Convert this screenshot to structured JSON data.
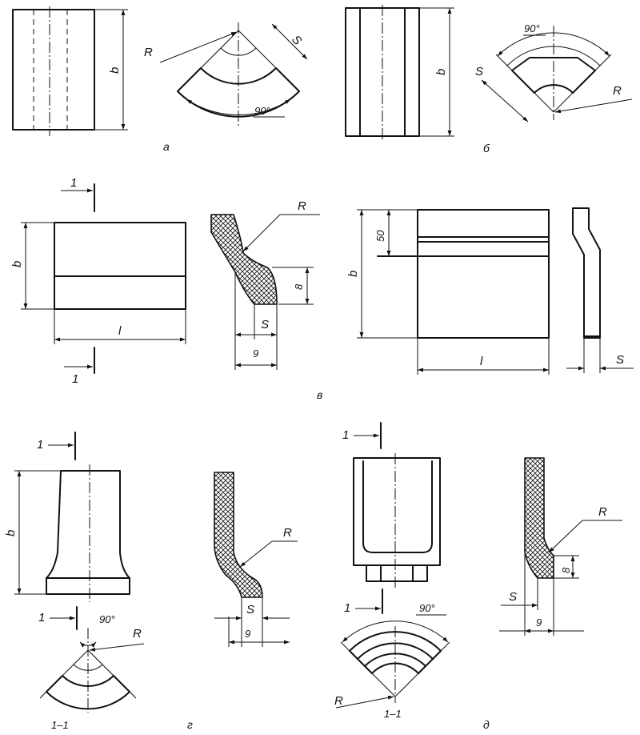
{
  "views": [
    {
      "id": "a",
      "caption": "а",
      "labels": {
        "height": "b",
        "radius": "R",
        "thickness": "S",
        "angle": "90°"
      }
    },
    {
      "id": "b",
      "caption": "б",
      "labels": {
        "height": "b",
        "radius": "R",
        "thickness": "S",
        "angle": "90°"
      }
    },
    {
      "id": "v",
      "caption": "в",
      "labels": {
        "section_mark_top": "1",
        "section_mark_bottom": "1",
        "height_left": "b",
        "length_left": "l",
        "radius": "R",
        "dim_8": "8",
        "thickness": "S",
        "dim_9": "9",
        "dim_50": "50",
        "height_right": "b",
        "length_right": "l",
        "thickness_right": "S"
      }
    },
    {
      "id": "g",
      "caption": "г",
      "labels": {
        "section_mark_top": "1",
        "section_mark_bottom": "1",
        "height": "b",
        "angle": "90°",
        "radius_plan": "R",
        "section_name": "1–1",
        "radius_profile": "R",
        "thickness": "S",
        "dim_9": "9"
      }
    },
    {
      "id": "d",
      "caption": "д",
      "labels": {
        "section_mark_top": "1",
        "section_mark_bottom": "1",
        "angle": "90°",
        "radius_plan": "R",
        "section_name": "1–1",
        "radius_profile": "R",
        "dim_8": "8",
        "thickness": "S",
        "dim_9": "9"
      }
    }
  ]
}
